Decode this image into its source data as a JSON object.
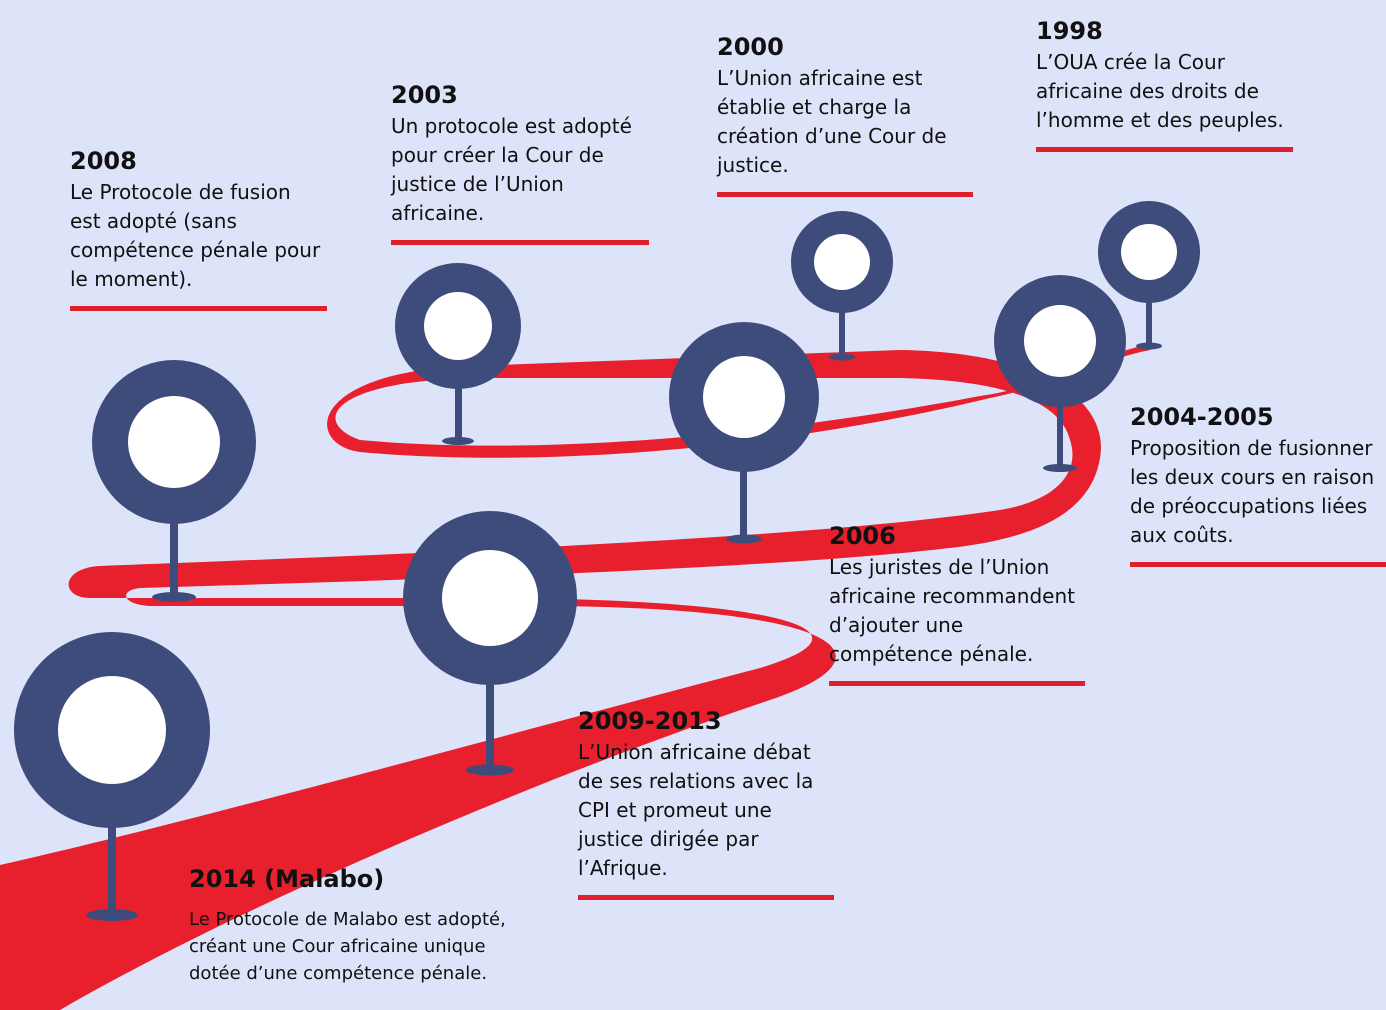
{
  "colors": {
    "background": "#dde3f8",
    "road": "#e8202e",
    "pin": "#3d4c7a",
    "pin_center": "#ffffff",
    "rule": "#e01f2c"
  },
  "events": [
    {
      "year": "1998",
      "text": "L’OUA crée la Cour africaine des droits de l’homme et des peuples."
    },
    {
      "year": "2000",
      "text": "L’Union africaine est établie et charge la création d’une Cour de justice."
    },
    {
      "year": "2003",
      "text": "Un protocole est adopté pour créer la Cour de justice de l’Union africaine."
    },
    {
      "year": "2004-2005",
      "text": "Proposition de fusionner les deux cours en raison de préoccupations liées aux coûts."
    },
    {
      "year": "2006",
      "text": "Les juristes de l’Union africaine recommandent d’ajouter une compétence pénale."
    },
    {
      "year": "2008",
      "text": "Le Protocole de fusion est adopté (sans compétence pénale pour le moment)."
    },
    {
      "year": "2009-2013",
      "text": "L’Union africaine débat de ses relations avec la CPI et promeut une justice dirigée par l’Afrique."
    },
    {
      "year": "2014 (Malabo)",
      "text": "Le Protocole de Malabo est adopté, créant une Cour africaine unique dotée d’une compétence pénale."
    }
  ]
}
